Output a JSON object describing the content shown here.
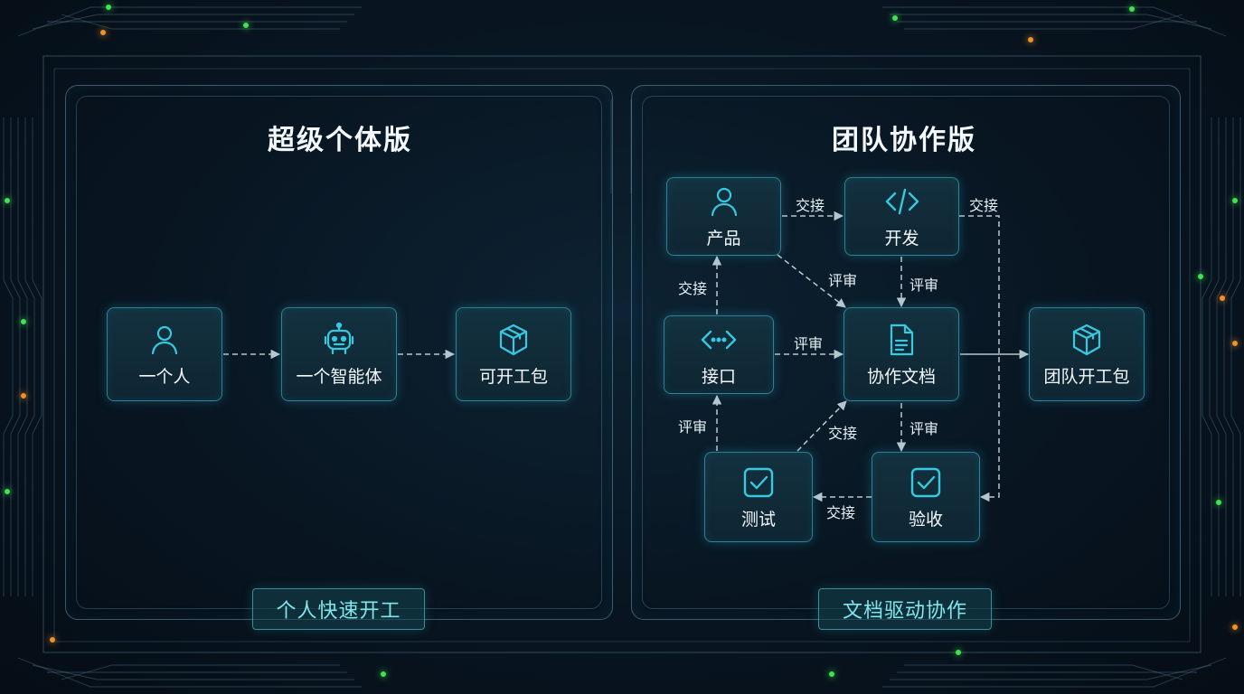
{
  "colors": {
    "accent": "#37c9e0",
    "edge": "#b9c7cf",
    "dot_green": "#3fe34f",
    "dot_orange": "#f2902a"
  },
  "left_panel": {
    "title": "超级个体版",
    "footer": "个人快速开工",
    "nodes": [
      {
        "id": "person",
        "label": "一个人",
        "icon": "person-icon"
      },
      {
        "id": "agent",
        "label": "一个智能体",
        "icon": "robot-icon"
      },
      {
        "id": "pack",
        "label": "可开工包",
        "icon": "package-icon"
      }
    ]
  },
  "right_panel": {
    "title": "团队协作版",
    "footer": "文档驱动协作",
    "nodes": [
      {
        "id": "product",
        "label": "产品",
        "icon": "person-icon"
      },
      {
        "id": "dev",
        "label": "开发",
        "icon": "code-icon"
      },
      {
        "id": "api",
        "label": "接口",
        "icon": "api-icon"
      },
      {
        "id": "doc",
        "label": "协作文档",
        "icon": "document-icon"
      },
      {
        "id": "teampack",
        "label": "团队开工包",
        "icon": "package-icon"
      },
      {
        "id": "test",
        "label": "测试",
        "icon": "checkbox-icon"
      },
      {
        "id": "accept",
        "label": "验收",
        "icon": "checkbox-icon"
      }
    ],
    "edge_labels": {
      "product_dev": "交接",
      "dev_accept": "交接",
      "api_product": "交接",
      "product_doc": "评审",
      "dev_doc": "评审",
      "api_doc": "评审",
      "test_api": "评审",
      "test_doc": "交接",
      "doc_accept": "评审",
      "accept_test": "交接"
    }
  }
}
